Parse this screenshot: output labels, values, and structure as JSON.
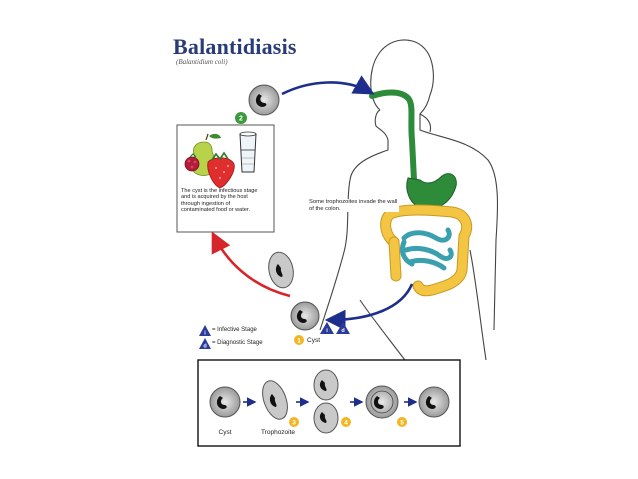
{
  "title": "Balantidiasis",
  "subtitle": "(Balantidium coli)",
  "infection_text": "The cyst is the infectious stage and is acquired by the host through ingestion of contaminated food or water.",
  "invasion_note": "Some trophozoites invade the wall of the colon.",
  "legend": {
    "infective_symbol": "i",
    "infective_label": "= Infective Stage",
    "diagnostic_symbol": "d",
    "diagnostic_label": "= Diagnostic Stage"
  },
  "stage_numbers": {
    "ingestion": "2",
    "cyst_exit": "1",
    "step3": "3",
    "step4": "4",
    "step5": "5"
  },
  "cyst_exit_label": "Cyst",
  "cyst_exit_markers": [
    "i",
    "d"
  ],
  "inset": {
    "cyst_label": "Cyst",
    "trophozoite_label": "Trophozoite"
  },
  "colors": {
    "cycle_arrow_blue": "#1d2e8c",
    "cycle_arrow_red": "#d7262b",
    "gut_green": "#2e8b3a",
    "colon_yellow": "#f3c542",
    "small_intestine_teal": "#3aa0b0",
    "stage_number_green": "#3d9b3d",
    "stage_number_yellow": "#f1b622",
    "legend_blue": "#2a3b9a"
  }
}
